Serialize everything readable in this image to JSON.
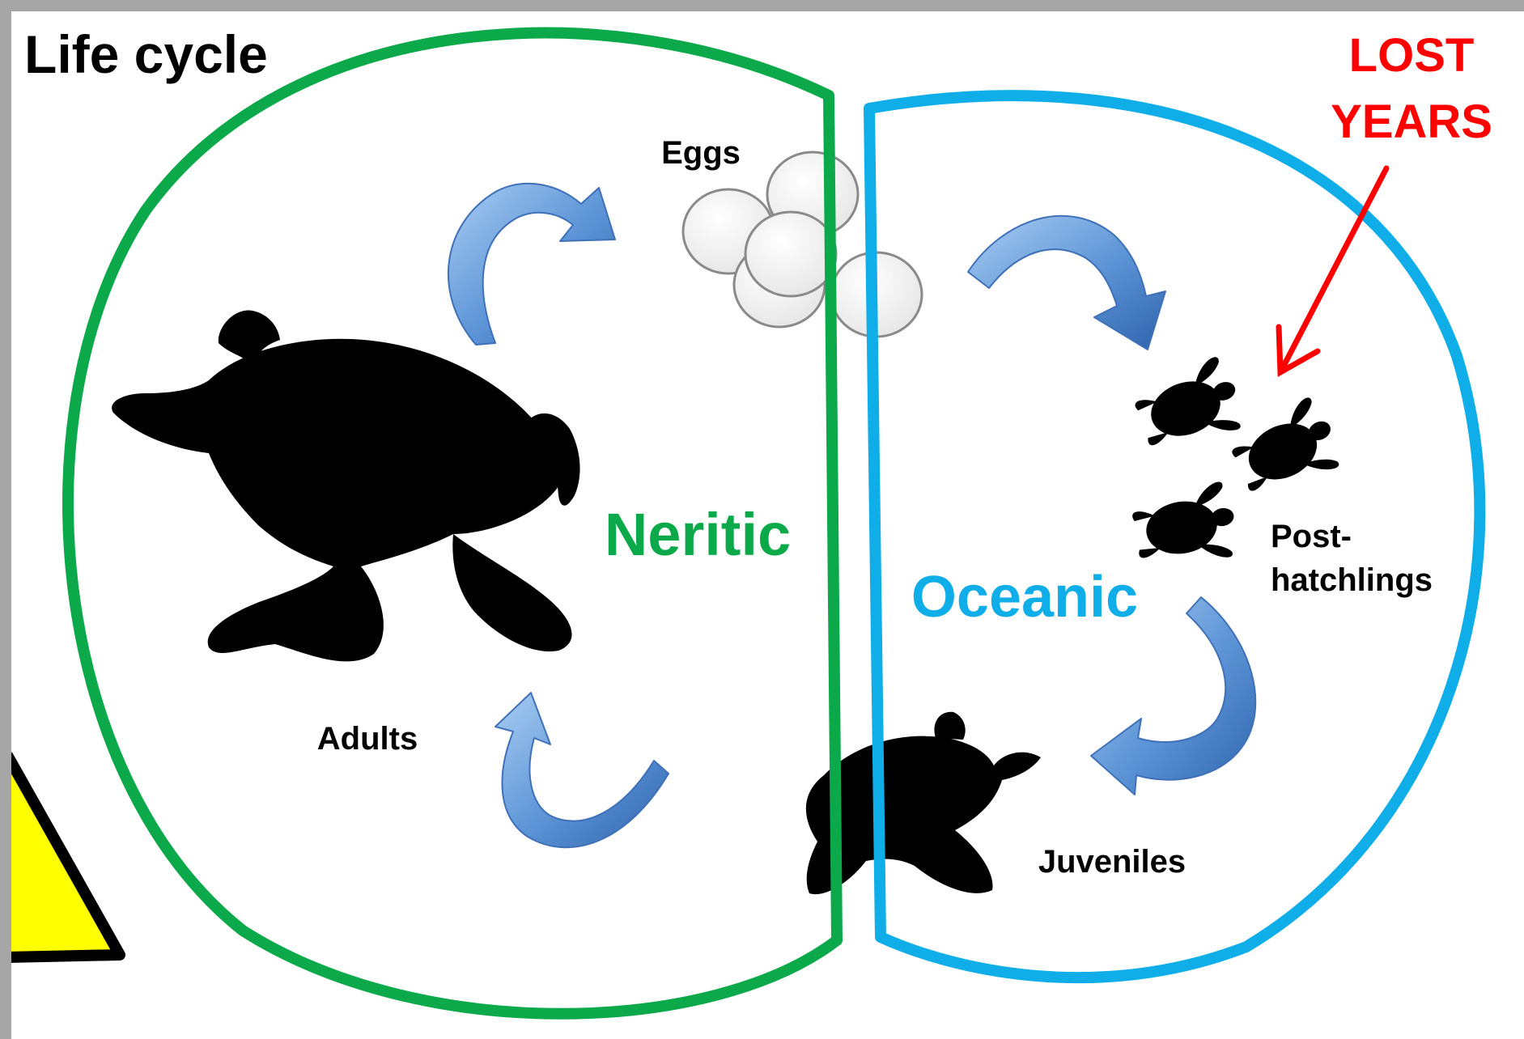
{
  "title": "Life cycle",
  "annotation": {
    "line1": "LOST",
    "line2": "YEARS"
  },
  "zones": {
    "neritic": "Neritic",
    "oceanic": "Oceanic"
  },
  "stages": {
    "eggs": "Eggs",
    "adults": "Adults",
    "post_line1": "Post-",
    "post_line2": "hatchlings",
    "juveniles": "Juveniles"
  },
  "colors": {
    "neritic": "#0ca94a",
    "oceanic": "#10aee8",
    "annotation": "#ff0000",
    "arrow": "#4a86d0",
    "warning": "#ffff00",
    "silhouette": "#000000"
  }
}
